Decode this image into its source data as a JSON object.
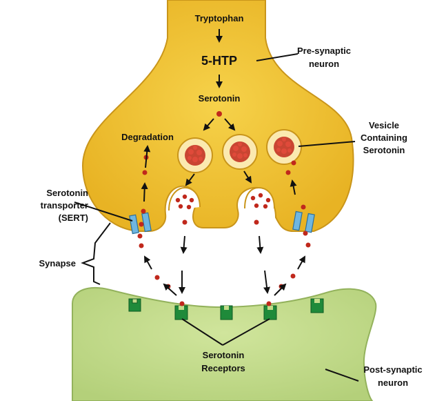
{
  "pathway": {
    "tryptophan": "Tryptophan",
    "htp": "5-HTP",
    "serotonin": "Serotonin"
  },
  "labels": {
    "degradation": "Degradation",
    "presynaptic_line1": "Pre-synaptic",
    "presynaptic_line2": "neuron",
    "vesicle_line1": "Vesicle",
    "vesicle_line2": "Containing",
    "vesicle_line3": "Serotonin",
    "sert_line1": "Serotonin",
    "sert_line2": "transporter",
    "sert_line3": "(SERT)",
    "synapse": "Synapse",
    "receptors_line1": "Serotonin",
    "receptors_line2": "Receptors",
    "postsynaptic_line1": "Post-synaptic",
    "postsynaptic_line2": "neuron"
  },
  "colors": {
    "presynaptic_fill": "#f0c02a",
    "presynaptic_edge": "#c9951a",
    "postsynaptic_fill": "#c3dc8a",
    "postsynaptic_edge": "#93b25c",
    "serotonin_dot": "#c0281c",
    "receptor": "#1f8a3a",
    "transporter": "#6fb6e0"
  }
}
